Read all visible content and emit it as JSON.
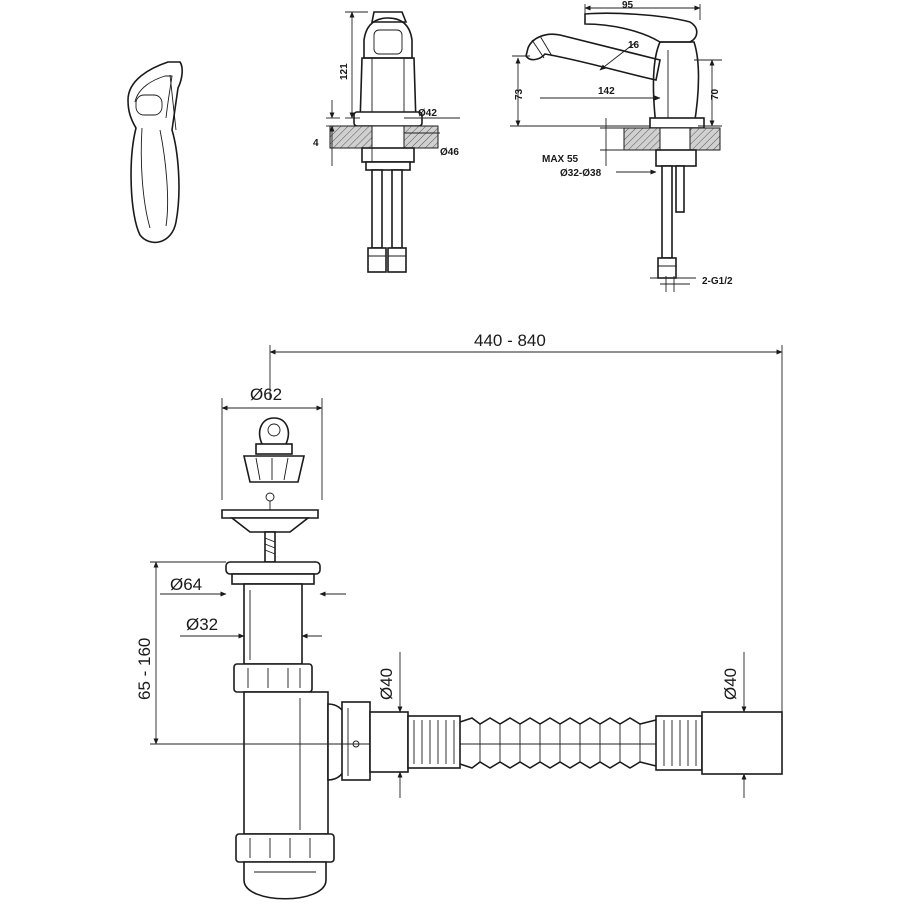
{
  "faucet": {
    "dim_95": "95",
    "dim_16": "16",
    "dim_121": "121",
    "dim_73": "73",
    "dim_142": "142",
    "dim_70": "70",
    "dim_d42": "Ø42",
    "dim_4": "4",
    "dim_d46": "Ø46",
    "dim_max55": "MAX 55",
    "dim_d32_38": "Ø32-Ø38",
    "dim_2g12": "2-G1/2"
  },
  "siphon": {
    "dim_length": "440 - 840",
    "dim_d62": "Ø62",
    "dim_d64": "Ø64",
    "dim_d32": "Ø32",
    "dim_height": "65 - 160",
    "dim_d40_left": "Ø40",
    "dim_d40_right": "Ø40"
  }
}
